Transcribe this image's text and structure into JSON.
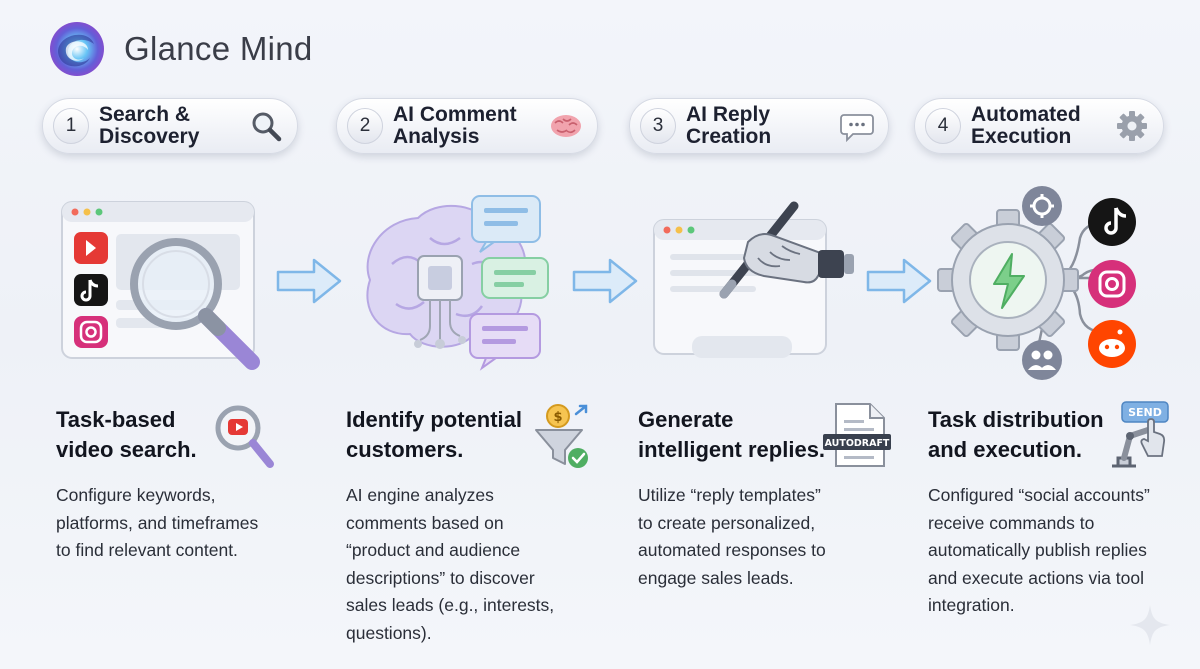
{
  "brand": {
    "name": "Glance Mind",
    "logo_icon": "swirl-logo-icon"
  },
  "steps": [
    {
      "number": "1",
      "label": "Search &\nDiscovery",
      "icon": "magnifier-icon",
      "title": "Task-based\nvideo search.",
      "description": "Configure keywords,\nplatforms, and timeframes\nto find relevant content."
    },
    {
      "number": "2",
      "label": "AI Comment\nAnalysis",
      "icon": "brain-icon",
      "title": "Identify potential\ncustomers.",
      "description": "AI engine analyzes\ncomments based on\n“product and audience\ndescriptions” to discover\nsales leads (e.g., interests,\nquestions)."
    },
    {
      "number": "3",
      "label": "AI Reply\nCreation",
      "icon": "chat-bubble-icon",
      "title": "Generate\nintelligent replies.",
      "description": "Utilize “reply templates”\nto create personalized,\nautomated responses to\nengage sales leads."
    },
    {
      "number": "4",
      "label": "Automated\nExecution",
      "icon": "gear-icon",
      "title": "Task distribution\nand execution.",
      "description": "Configured “social accounts”\nreceive commands to\nautomatically publish replies\nand execute actions via tool\nintegration."
    }
  ],
  "illustration_text": {
    "autodraft": "AUTODRAFT",
    "send": "SEND"
  },
  "colors": {
    "youtube": "#e53935",
    "tiktok": "#111111",
    "instagram": "#d6307a",
    "reddit": "#ff4500",
    "accent_blue": "#7fb7e8",
    "brain_lilac": "#b6a7e3",
    "bolt_green": "#7ccf8a"
  }
}
